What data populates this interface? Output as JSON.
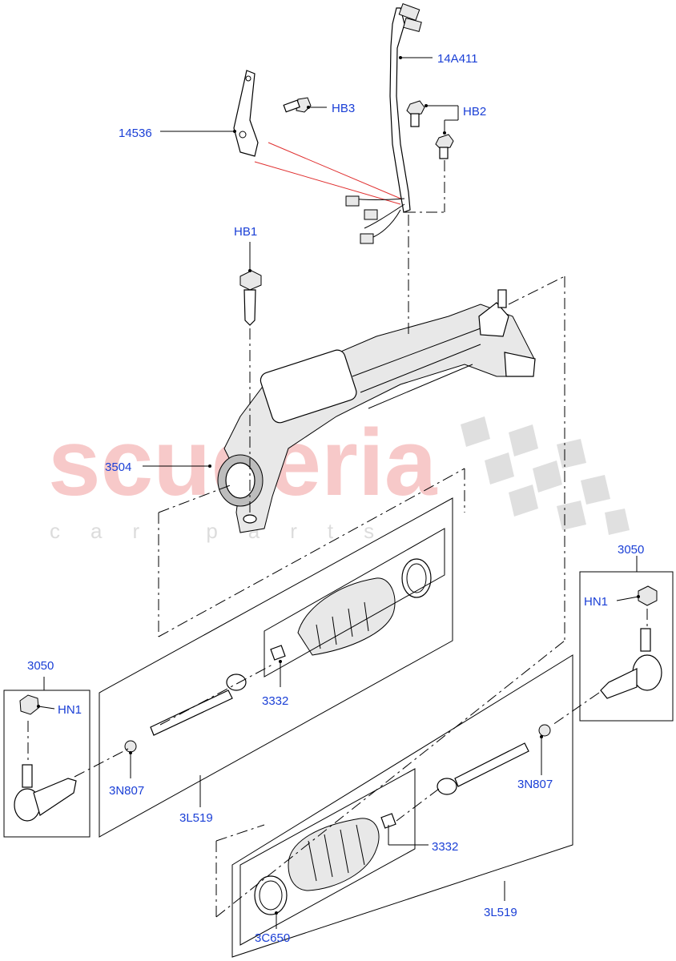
{
  "watermark": {
    "brand": "scuderia",
    "tagline": "car parts"
  },
  "callouts": {
    "harness": "14A411",
    "bolt_hb3": "HB3",
    "bolt_hb2": "HB2",
    "bracket": "14536",
    "bolt_hb1": "HB1",
    "gear_assembly": "3504",
    "tie_rod_end_right": "3050",
    "nut_hn1_right": "HN1",
    "tie_rod_end_left": "3050",
    "nut_hn1_left": "HN1",
    "boot_upper": "3332",
    "nut_left": "3N807",
    "inner_tie_rod_left": "3L519",
    "nut_right": "3N807",
    "boot_lower": "3332",
    "clip": "3C650",
    "inner_tie_rod_right": "3L519"
  },
  "colors": {
    "label": "#1a3fd6",
    "leader_red": "#e03030",
    "watermark_red": "#f5b8b8"
  }
}
